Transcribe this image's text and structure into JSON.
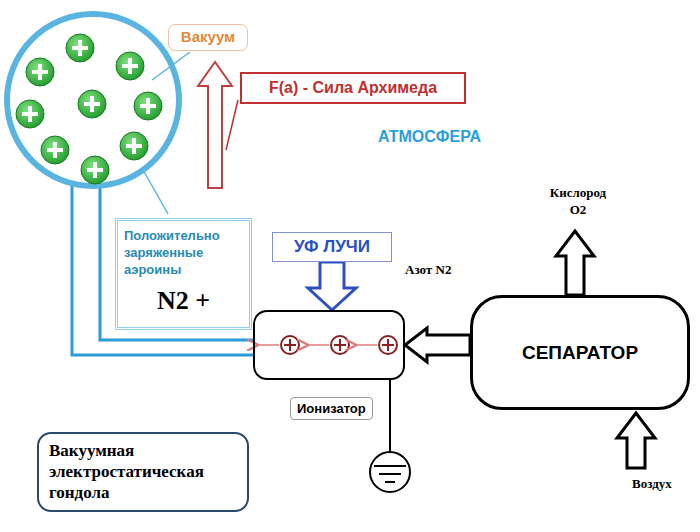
{
  "diagram": {
    "nodes": [
      {
        "text": [
          "Вакуум"
        ]
      },
      {
        "text": [
          "F(a) - Сила Архимеда"
        ]
      },
      {
        "text": [
          "Положительно заряженные аэроины",
          "N2 +"
        ]
      },
      {
        "text": [
          "УФ ЛУЧИ"
        ]
      },
      {
        "text": [
          "Ионизатор"
        ]
      },
      {
        "text": [
          "СЕПАРАТОР"
        ]
      },
      {
        "text": [
          "Вакуумная электростатическая гондола"
        ]
      }
    ],
    "edges": [
      {
        "from": 3,
        "to": 4,
        "arrow": "to"
      },
      {
        "from": 5,
        "to": 4,
        "arrow": "to"
      }
    ],
    "labels": [
      "АТМОСФЕРА",
      "Азот N2",
      "Кислород O2",
      "Воздух"
    ]
  }
}
